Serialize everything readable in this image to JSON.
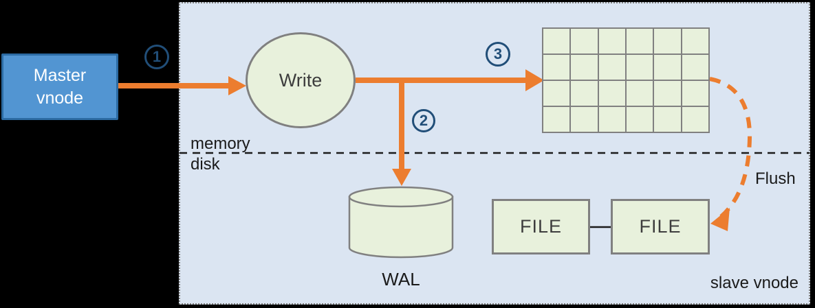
{
  "colors": {
    "accent": "#EC7D2F",
    "panel_bg": "#DBE5F2",
    "panel_border": "#7F7F7F",
    "node_fill": "#E8F1DC",
    "node_border": "#808080",
    "node_text": "#3D3D3D",
    "master_fill": "#5295D2",
    "master_border": "#2C6BA3",
    "master_text": "#FFFFFF",
    "step_color": "#214E78",
    "label_color": "#1A1A1A"
  },
  "nodes": {
    "master": {
      "label": "Master\nvnode"
    },
    "write": {
      "label": "Write"
    },
    "wal": {
      "label": "WAL"
    },
    "file_left": {
      "label": "FILE"
    },
    "file_right": {
      "label": "FILE"
    }
  },
  "labels": {
    "memory": "memory",
    "disk": "disk",
    "flush": "Flush",
    "slave_vnode": "slave vnode"
  },
  "steps": [
    {
      "label": "1"
    },
    {
      "label": "2"
    },
    {
      "label": "3"
    }
  ],
  "memory_grid": {
    "rows": 4,
    "cols": 6
  }
}
